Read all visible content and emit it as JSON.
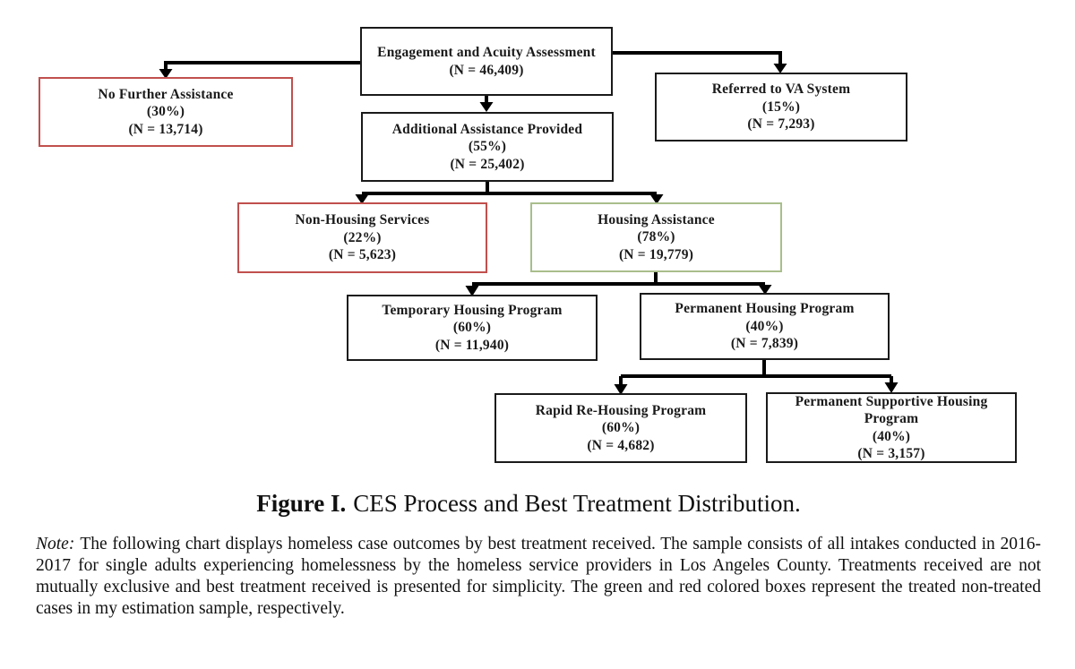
{
  "figure": {
    "type": "flowchart",
    "boxes": {
      "engagement": {
        "title": "Engagement and Acuity Assessment",
        "n": "(N = 46,409)"
      },
      "no_further": {
        "title": "No Further Assistance",
        "pct": "(30%)",
        "n": "(N = 13,714)"
      },
      "va": {
        "title": "Referred to VA System",
        "pct": "(15%)",
        "n": "(N = 7,293)"
      },
      "additional": {
        "title": "Additional Assistance Provided",
        "pct": "(55%)",
        "n": "(N = 25,402)"
      },
      "non_housing": {
        "title": "Non-Housing Services",
        "pct": "(22%)",
        "n": "(N = 5,623)"
      },
      "housing": {
        "title": "Housing Assistance",
        "pct": "(78%)",
        "n": "(N = 19,779)"
      },
      "temporary": {
        "title": "Temporary Housing Program",
        "pct": "(60%)",
        "n": "(N = 11,940)"
      },
      "permanent": {
        "title": "Permanent Housing Program",
        "pct": "(40%)",
        "n": "(N = 7,839)"
      },
      "rapid": {
        "title": "Rapid Re-Housing Program",
        "pct": "(60%)",
        "n": "(N = 4,682)"
      },
      "psh": {
        "title": "Permanent Supportive Housing Program",
        "pct": "(40%)",
        "n": "(N = 3,157)"
      }
    },
    "colors": {
      "treated_border_green": "#A9BE8C",
      "untreated_border_red": "#C0504D",
      "default_border": "#1a1a1a",
      "connector": "#000000"
    }
  },
  "caption": {
    "label": "Figure I.",
    "text": "CES Process and Best Treatment Distribution."
  },
  "note": {
    "label": "Note:",
    "text": "The following chart displays homeless case outcomes by best treatment received. The sample consists of all intakes conducted in 2016-2017 for single adults experiencing homelessness by the homeless service providers in Los Angeles County. Treatments received are not mutually exclusive and best treatment received is presented for simplicity. The green and red colored boxes represent the treated non-treated cases in my estimation sample, respectively."
  }
}
